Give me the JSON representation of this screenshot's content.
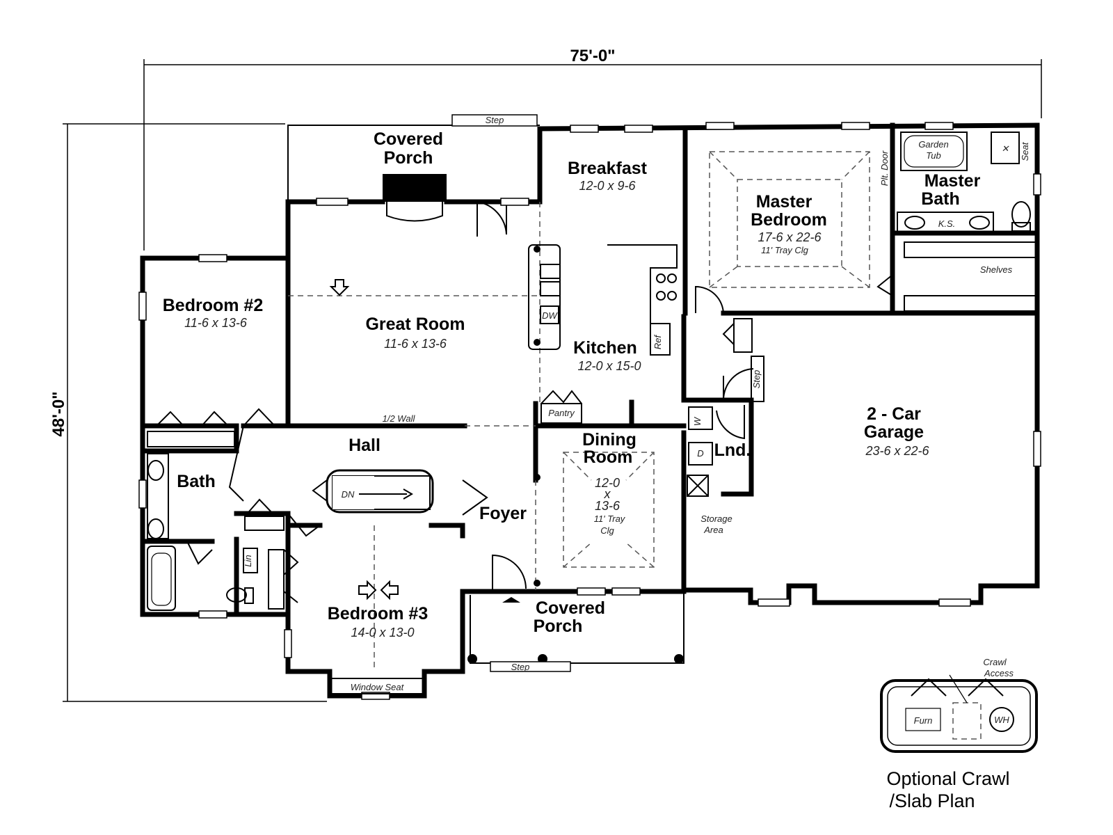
{
  "dimensions": {
    "width": "75'-0\"",
    "depth": "48'-0\""
  },
  "rooms": {
    "covered_porch_rear": {
      "name_l1": "Covered",
      "name_l2": "Porch"
    },
    "breakfast": {
      "name": "Breakfast",
      "size": "12-0 x 9-6"
    },
    "master_bedroom": {
      "name_l1": "Master",
      "name_l2": "Bedroom",
      "size": "17-6 x 22-6",
      "note": "11' Tray Clg"
    },
    "master_bath": {
      "name_l1": "Master",
      "name_l2": "Bath"
    },
    "bedroom2": {
      "name": "Bedroom #2",
      "size": "11-6 x 13-6"
    },
    "great_room": {
      "name": "Great Room",
      "size": "11-6 x 13-6"
    },
    "kitchen": {
      "name": "Kitchen",
      "size": "12-0 x 15-0"
    },
    "garage": {
      "name_l1": "2 - Car",
      "name_l2": "Garage",
      "size": "23-6 x 22-6"
    },
    "hall": {
      "name": "Hall"
    },
    "bath": {
      "name": "Bath"
    },
    "dining": {
      "name_l1": "Dining",
      "name_l2": "Room",
      "size_l1": "12-0",
      "size_l2": "x",
      "size_l3": "13-6",
      "note_l1": "11' Tray",
      "note_l2": "Clg"
    },
    "foyer": {
      "name": "Foyer"
    },
    "laundry": {
      "name": "Lnd."
    },
    "bedroom3": {
      "name": "Bedroom #3",
      "size": "14-0 x 13-0"
    },
    "covered_porch_front": {
      "name_l1": "Covered",
      "name_l2": "Porch"
    },
    "storage": {
      "name_l1": "Storage",
      "name_l2": "Area"
    }
  },
  "fixtures": {
    "step": "Step",
    "garden_tub_l1": "Garden",
    "garden_tub_l2": "Tub",
    "plt_door": "Plt. Door",
    "ks": "K.S.",
    "shelves": "Shelves",
    "seat": "Seat",
    "dw": "DW",
    "ref": "Ref",
    "pantry": "Pantry",
    "half_wall": "1/2 Wall",
    "dn": "DN",
    "lin": "Lin",
    "dryer": "D",
    "washer": "W",
    "window_seat": "Window Seat"
  },
  "inset": {
    "crawl_l1": "Crawl",
    "crawl_l2": "Access",
    "furn": "Furn",
    "wh": "WH",
    "caption_l1": "Optional  Crawl",
    "caption_l2": "/Slab  Plan"
  }
}
